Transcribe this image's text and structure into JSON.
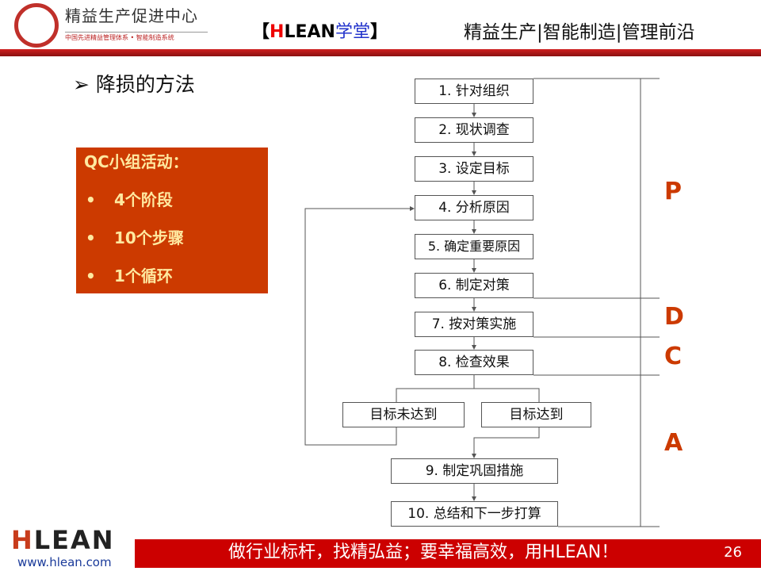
{
  "header": {
    "logo_title": "精益生产促进中心",
    "logo_subtitle": "中国先进精益管理体系 • 智能制造系统",
    "brand_open": "【",
    "brand_h": "H",
    "brand_lean": "LEAN",
    "brand_xt": "学堂",
    "brand_close": "】",
    "slogan": "精益生产|智能制造|管理前沿"
  },
  "heading": "➢ 降损的方法",
  "qc": {
    "title": "QC小组活动：",
    "items": [
      "4个阶段",
      "10个步骤",
      "1个循环"
    ],
    "bullet": "•"
  },
  "flow": {
    "steps": [
      "1. 针对组织",
      "2. 现状调查",
      "3. 设定目标",
      "4. 分析原因",
      "5. 确定重要原因",
      "6. 制定对策",
      "7. 按对策实施",
      "8. 检查效果"
    ],
    "branch_fail": "目标未达到",
    "branch_ok": "目标达到",
    "step9": "9. 制定巩固措施",
    "step10": "10. 总结和下一步打算"
  },
  "pdca": {
    "p": "P",
    "d": "D",
    "c": "C",
    "a": "A"
  },
  "footer": {
    "text": "做行业标杆，找精弘益；要幸福高效，用HLEAN！",
    "page": "26",
    "logo_h": "H",
    "logo_rest": "LEAN",
    "url": "www.hlean.com"
  },
  "colors": {
    "accent": "#cc3a00",
    "bar": "#c00000"
  }
}
